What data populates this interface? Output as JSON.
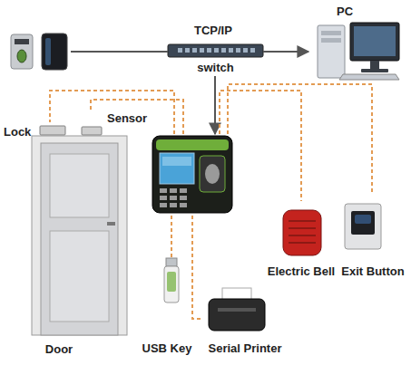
{
  "diagram": {
    "nodes": [
      {
        "text": []
      },
      {
        "text": [
          "switch"
        ]
      },
      {
        "text": [
          "PC"
        ]
      },
      {
        "text": []
      },
      {
        "text": [
          "Lock"
        ]
      },
      {
        "text": [
          "Sensor"
        ]
      },
      {
        "text": [
          "Door"
        ]
      },
      {
        "text": [
          "USB Key"
        ]
      },
      {
        "text": [
          "Serial Printer"
        ]
      },
      {
        "text": [
          "Electric Bell"
        ]
      },
      {
        "text": [
          "Exit Button"
        ]
      }
    ],
    "edges": [
      {
        "from": 0,
        "to": 1,
        "label": "TCP/IP",
        "arrow": "none"
      },
      {
        "from": 1,
        "to": 2,
        "arrow": "to"
      },
      {
        "from": 1,
        "to": 3,
        "arrow": "to"
      },
      {
        "from": 3,
        "to": 4,
        "arrow": "none"
      },
      {
        "from": 3,
        "to": 5,
        "arrow": "none"
      },
      {
        "from": 3,
        "to": 7,
        "arrow": "none"
      },
      {
        "from": 3,
        "to": 8,
        "arrow": "none"
      },
      {
        "from": 3,
        "to": 9,
        "arrow": "none"
      },
      {
        "from": 3,
        "to": 10,
        "arrow": "none"
      }
    ]
  }
}
